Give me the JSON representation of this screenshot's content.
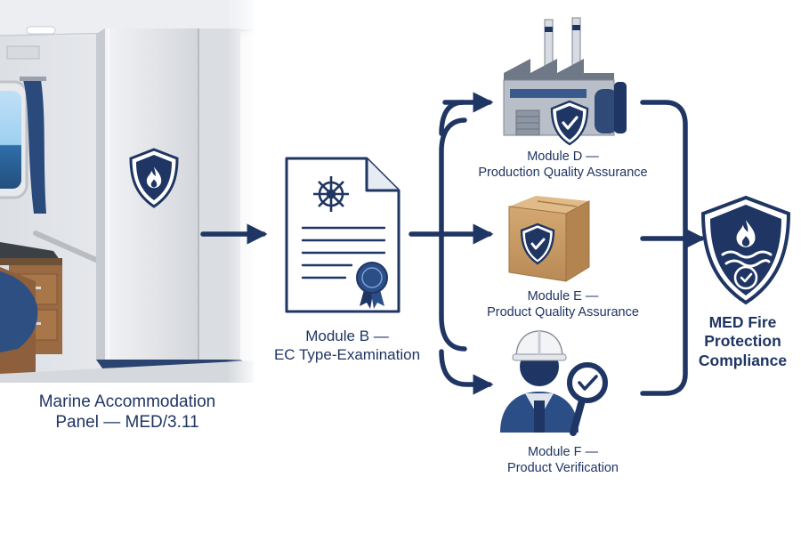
{
  "nodes": {
    "panel": {
      "lines": [
        "Marine Accommodation",
        "Panel — MED/3.11"
      ]
    },
    "module_b": {
      "lines": [
        "Module B —",
        "EC Type-Examination"
      ]
    },
    "module_d": {
      "lines": [
        "Module D —",
        "Production Quality Assurance"
      ]
    },
    "module_e": {
      "lines": [
        "Module E —",
        "Product Quality Assurance"
      ]
    },
    "module_f": {
      "lines": [
        "Module F —",
        "Product Verification"
      ]
    },
    "med": {
      "lines": [
        "MED Fire",
        "Protection",
        "Compliance"
      ]
    }
  },
  "colors": {
    "primary_navy": "#1f3563",
    "panel_grey": "#e6e7ea",
    "box_brown": "#c89a66",
    "factory_grey": "#8a93a0"
  },
  "icons": {
    "panel_badge": "fire-shield-icon",
    "certificate": "ship-wheel-certificate-icon",
    "factory": "factory-shield-icon",
    "box": "box-shield-icon",
    "inspector": "inspector-magnifier-icon",
    "med": "fire-water-shield-check-icon"
  }
}
